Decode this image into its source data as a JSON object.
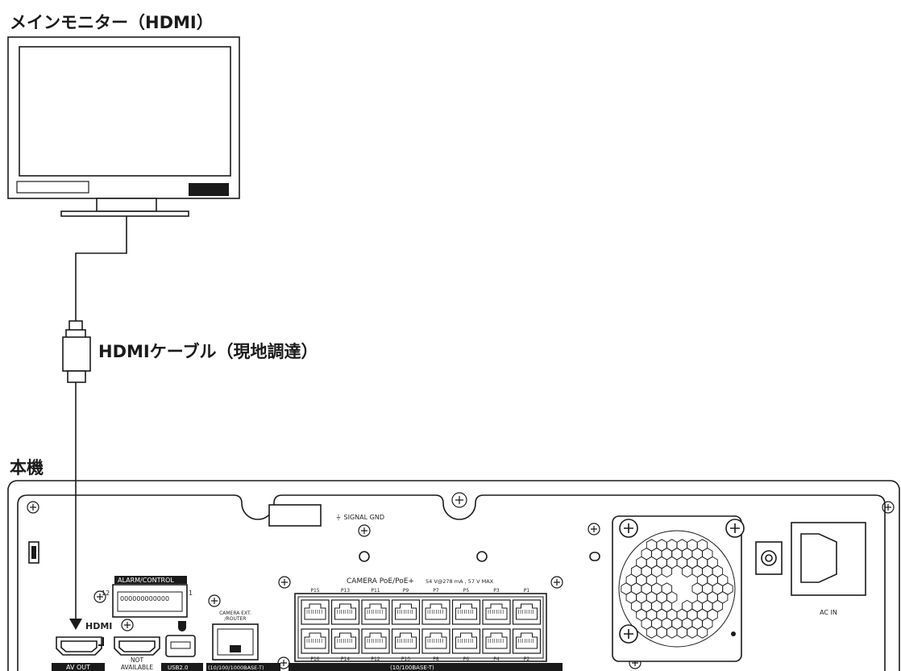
{
  "headings": {
    "monitor": "メインモニター（HDMI）",
    "cable": "HDMIケーブル（現地調達）",
    "unit": "本機"
  },
  "panel": {
    "signal_gnd": "SIGNAL GND",
    "alarm_control": "ALARM/CONTROL",
    "alarm_left": "12",
    "alarm_right": "1",
    "alarm_digits_top": "000000000000",
    "hdmi_logo": "HDMI",
    "camera_ext_line1": "CAMERA EXT.",
    "camera_ext_line2": "/ROUTER",
    "camera_poe": "CAMERA  PoE/PoE+",
    "poe_spec": "54 V@278 mA , 57 V  MAX",
    "ports_top": [
      "P15",
      "P13",
      "P11",
      "P9",
      "P7",
      "P5",
      "P3",
      "P1"
    ],
    "ports_bottom": [
      "P16",
      "P14",
      "P12",
      "P10",
      "P8",
      "P6",
      "P4",
      "P2"
    ],
    "not_available_line1": "NOT",
    "not_available_line2": "AVAILABLE",
    "av_out": "AV OUT",
    "usb": "USB2.0",
    "eth_gigabit": "(10/100/1000BASE-T)",
    "eth_poe": "(10/100BASE-T)",
    "ac_in": "AC IN"
  },
  "colors": {
    "line": "#1a1a1a",
    "panel_fill": "#ffffff",
    "label_bar": "#1a1a1a"
  }
}
